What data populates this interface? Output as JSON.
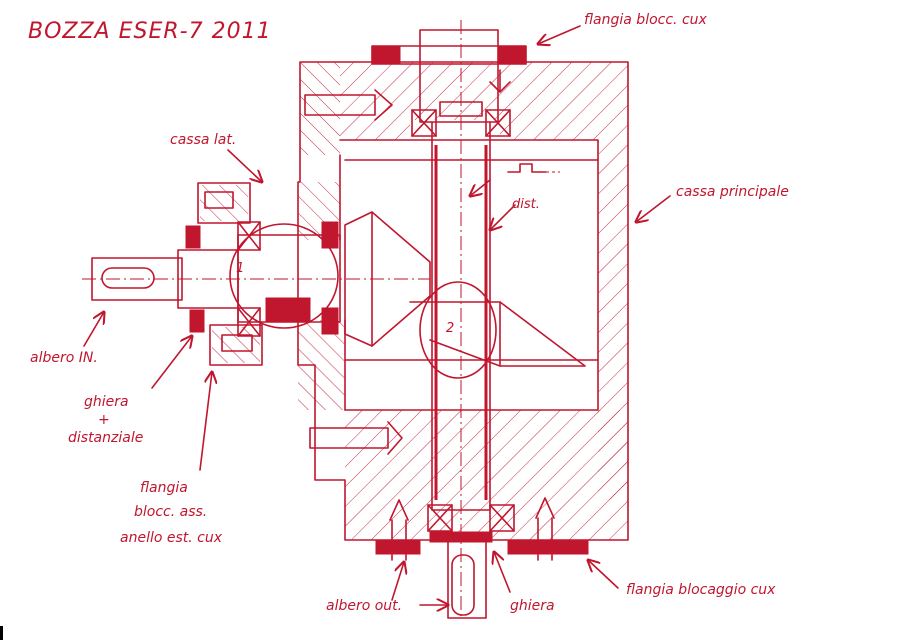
{
  "title": "BOZZA ESER-7 2011",
  "labels": {
    "flangia_blocc_top": "flangia blocc. cux",
    "cassa_lat": "cassa lat.",
    "cassa_principale": "cassa principale",
    "dist": "dist.",
    "albero_in": "albero IN.",
    "ghiera_line1": "ghiera",
    "ghiera_line2": "+",
    "ghiera_line3": "distanziale",
    "flangia_line1": "flangia",
    "flangia_line2": "blocc. ass.",
    "flangia_line3": "anello est. cux",
    "albero_out": "albero out.",
    "ghiera_bottom": "ghiera",
    "flangia_blocc_bottom": "flangia blocaggio cux"
  },
  "details": {
    "detail_1": "1",
    "detail_2": "2"
  },
  "colors": {
    "ink": "#c0162e",
    "paper": "#ffffff"
  }
}
